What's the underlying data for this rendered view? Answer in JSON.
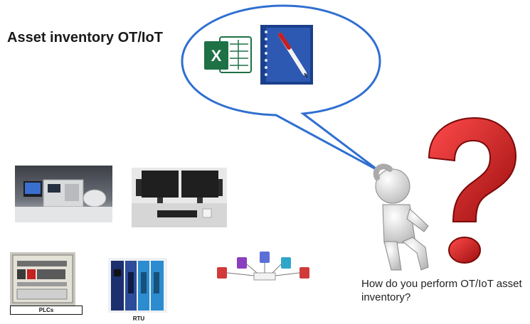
{
  "title": "Asset inventory OT/IoT",
  "question": "How do you perform OT/IoT asset inventory?",
  "excel_icon_letter": "X",
  "labels": {
    "plcs": "PLCs",
    "rtu": "RTU"
  },
  "colors": {
    "bubble_stroke": "#2f6fd1",
    "excel_green": "#1e7145",
    "question_mark": "#d21f1f",
    "notebook_blue": "#1b3f8c"
  },
  "icons": [
    "excel-icon",
    "notebook-pen-icon",
    "question-mark-icon",
    "thinking-figure"
  ]
}
